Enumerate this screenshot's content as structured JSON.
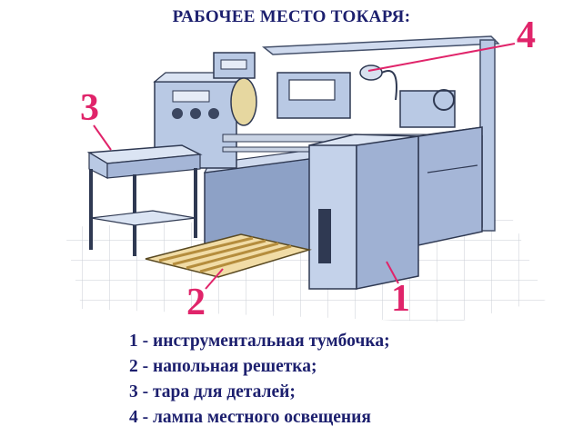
{
  "title": "РАБОЧЕЕ МЕСТО ТОКАРЯ:",
  "callouts": {
    "c1": "1",
    "c2": "2",
    "c3": "3",
    "c4": "4"
  },
  "legend": [
    "1 - инструментальная тумбочка;",
    "2 - напольная решетка;",
    "3 - тара для деталей;",
    "4 - лампа местного освещения"
  ],
  "colors": {
    "callout": "#e0246a",
    "text": "#1c1f6e",
    "machine": "#b9c9e4",
    "machine_dark": "#8da1c6",
    "grate": "#e8c98a"
  }
}
